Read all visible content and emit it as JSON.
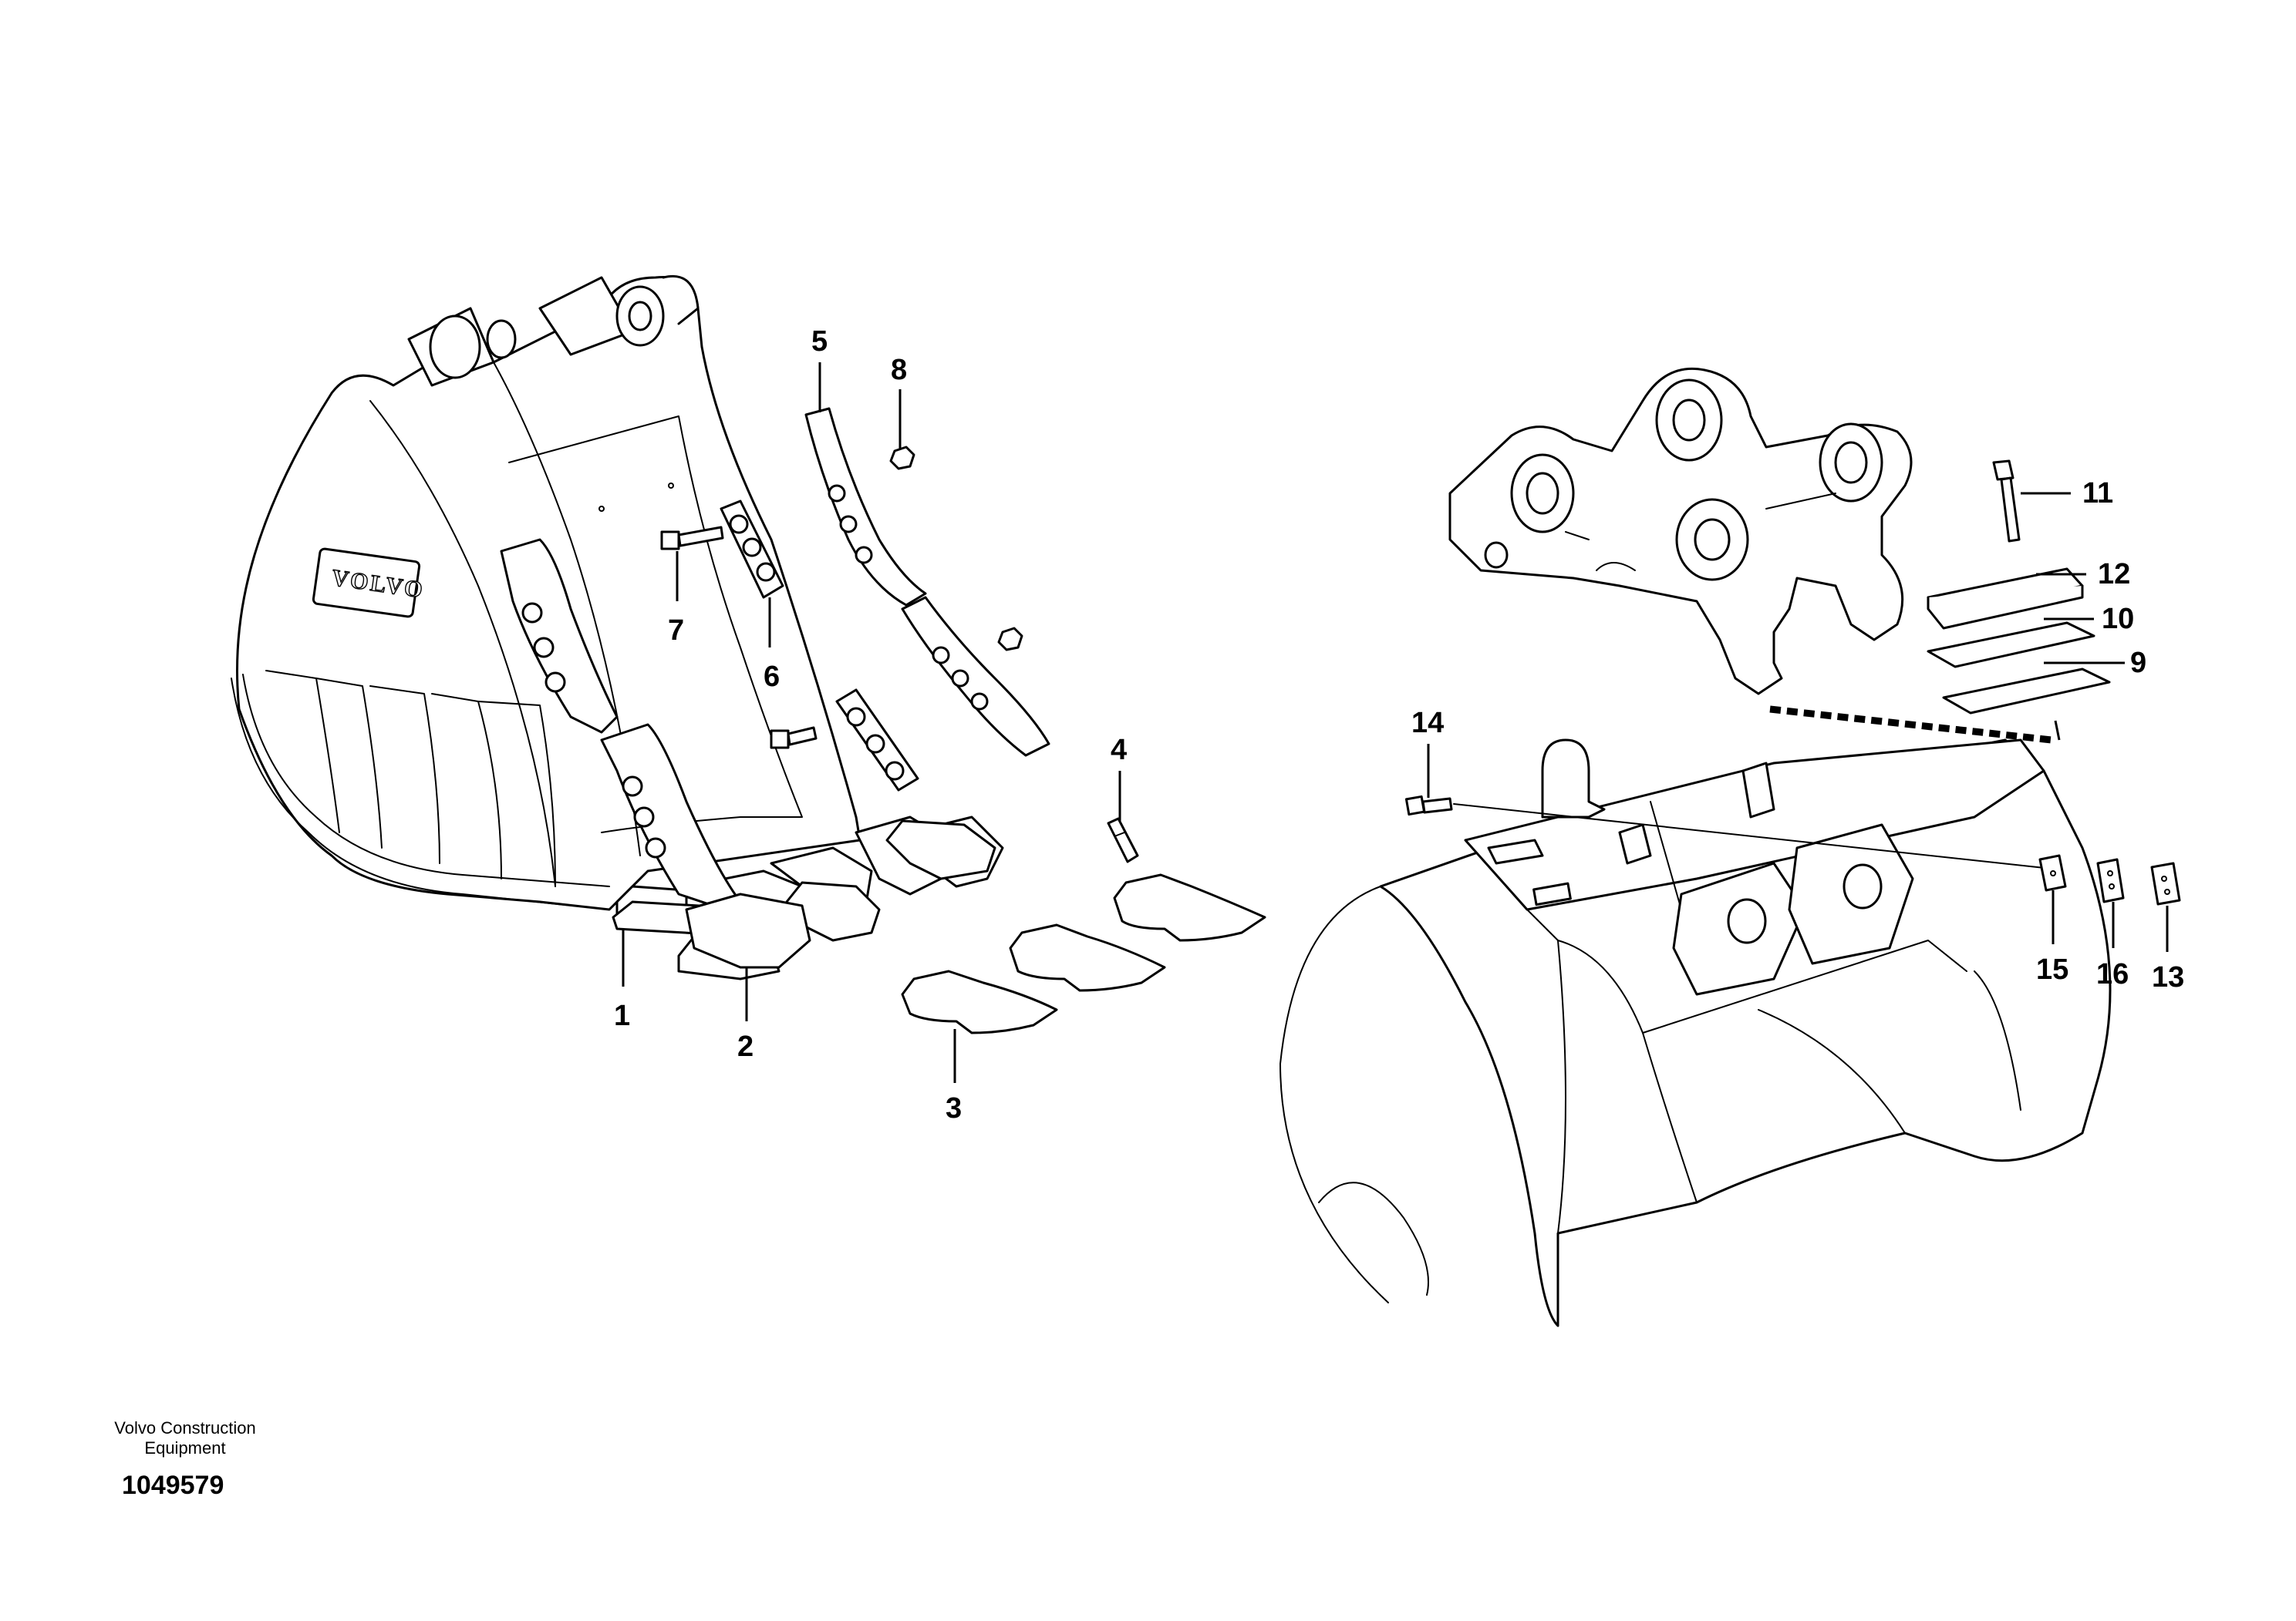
{
  "callouts": [
    "1",
    "2",
    "3",
    "4",
    "5",
    "6",
    "7",
    "8",
    "9",
    "10",
    "11",
    "12",
    "13",
    "14",
    "15",
    "16"
  ],
  "brand_mark": "VOLVO",
  "footer": {
    "company_line1": "Volvo Construction",
    "company_line2": "Equipment",
    "illustration_number": "1049579"
  }
}
